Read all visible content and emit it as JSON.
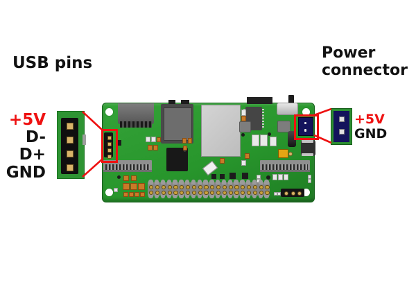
{
  "diagram": {
    "usb_section": {
      "title": "USB pins",
      "pins": [
        {
          "label": "+5V",
          "signal": "power"
        },
        {
          "label": "D-",
          "signal": "data-minus"
        },
        {
          "label": "D+",
          "signal": "data-plus"
        },
        {
          "label": "GND",
          "signal": "ground"
        }
      ]
    },
    "power_section": {
      "title_line1": "Power",
      "title_line2": "connector",
      "pins": [
        {
          "label": "+5V",
          "signal": "power"
        },
        {
          "label": "GND",
          "signal": "ground"
        }
      ]
    },
    "board": {
      "gpio_columns": 20,
      "gpio_rows": 2,
      "usb_header_pins": 4,
      "power_connector_pins": 2,
      "debug_header_pins": 3
    },
    "colors": {
      "annotation_red": "#ee1111",
      "pcb_green": "#28962c",
      "power_connector_navy": "#13135c",
      "label_black": "#111111"
    }
  }
}
